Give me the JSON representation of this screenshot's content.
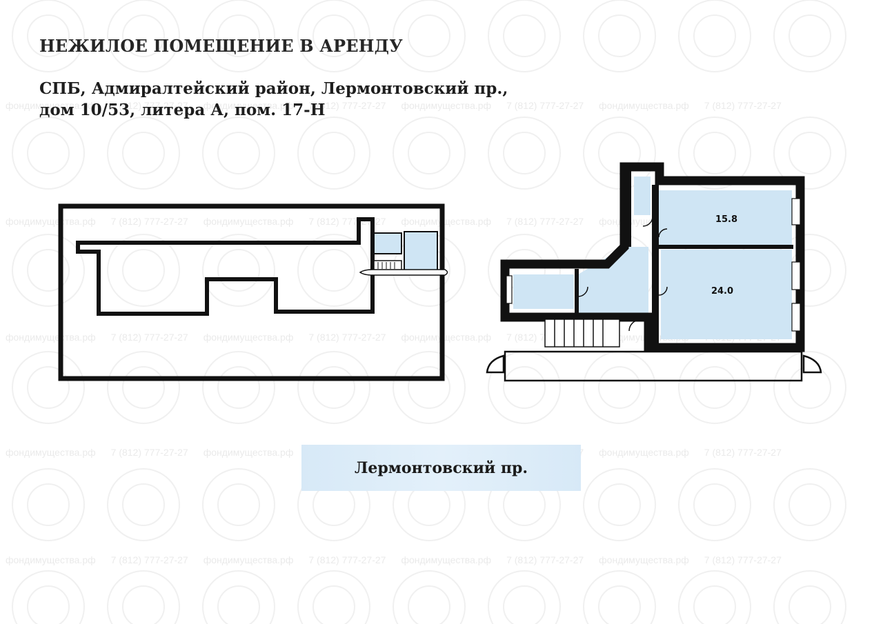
{
  "header": {
    "title": "НЕЖИЛОЕ ПОМЕЩЕНИЕ В АРЕНДУ",
    "address_line1": "СПБ, Адмиралтейский район, Лермонтовский пр.,",
    "address_line2": "дом 10/53, литера А, пом. 17-Н"
  },
  "floor_plan": {
    "rooms": [
      {
        "label": "15.8"
      },
      {
        "label": "24.0"
      }
    ]
  },
  "street": {
    "label": "Лермонтовский пр."
  },
  "watermark": {
    "site": "фондимущества.рф",
    "phone": "7 (812) 777-27-27"
  },
  "colors": {
    "room_fill": "#cfe5f4",
    "wall": "#111111",
    "text": "#262626"
  }
}
